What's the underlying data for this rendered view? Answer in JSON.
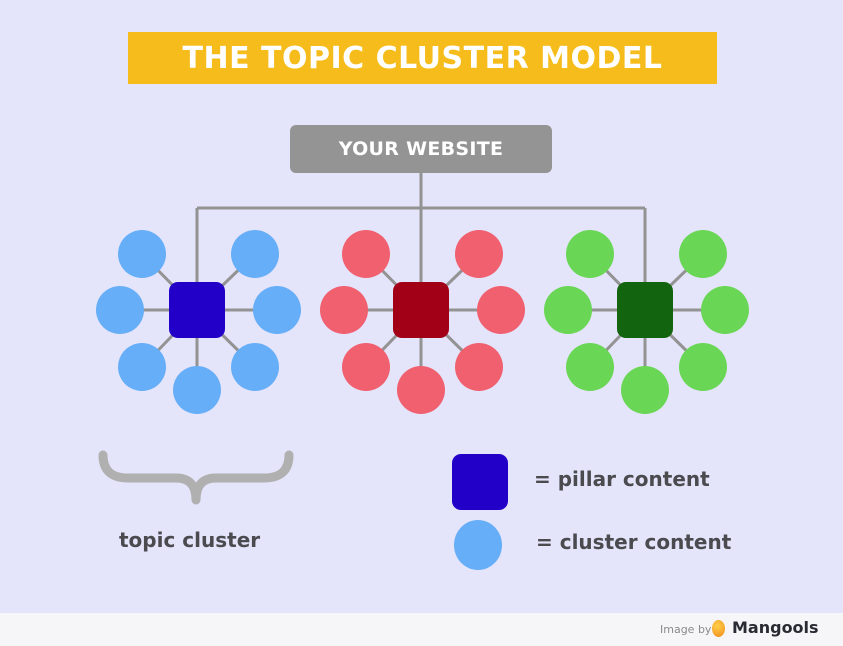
{
  "title": "THE TOPIC CLUSTER MODEL",
  "root": {
    "label": "YOUR WEBSITE"
  },
  "clusters": [
    {
      "name": "blue",
      "pillar_color": "#2200c8",
      "cluster_color": "#66aef7"
    },
    {
      "name": "red",
      "pillar_color": "#a20016",
      "cluster_color": "#f0606e"
    },
    {
      "name": "green",
      "pillar_color": "#13640f",
      "cluster_color": "#69d755"
    }
  ],
  "colors": {
    "title_bg": "#f5bc1c",
    "root_bg": "#949494",
    "line": "#939393",
    "bracket": "#b0b0b0",
    "background": "#e4e4fb"
  },
  "legend": {
    "bracket_label": "topic cluster",
    "pillar_label": "= pillar content",
    "cluster_label": "= cluster content"
  },
  "footer": {
    "image_by": "Image by",
    "brand": "Mangools"
  }
}
